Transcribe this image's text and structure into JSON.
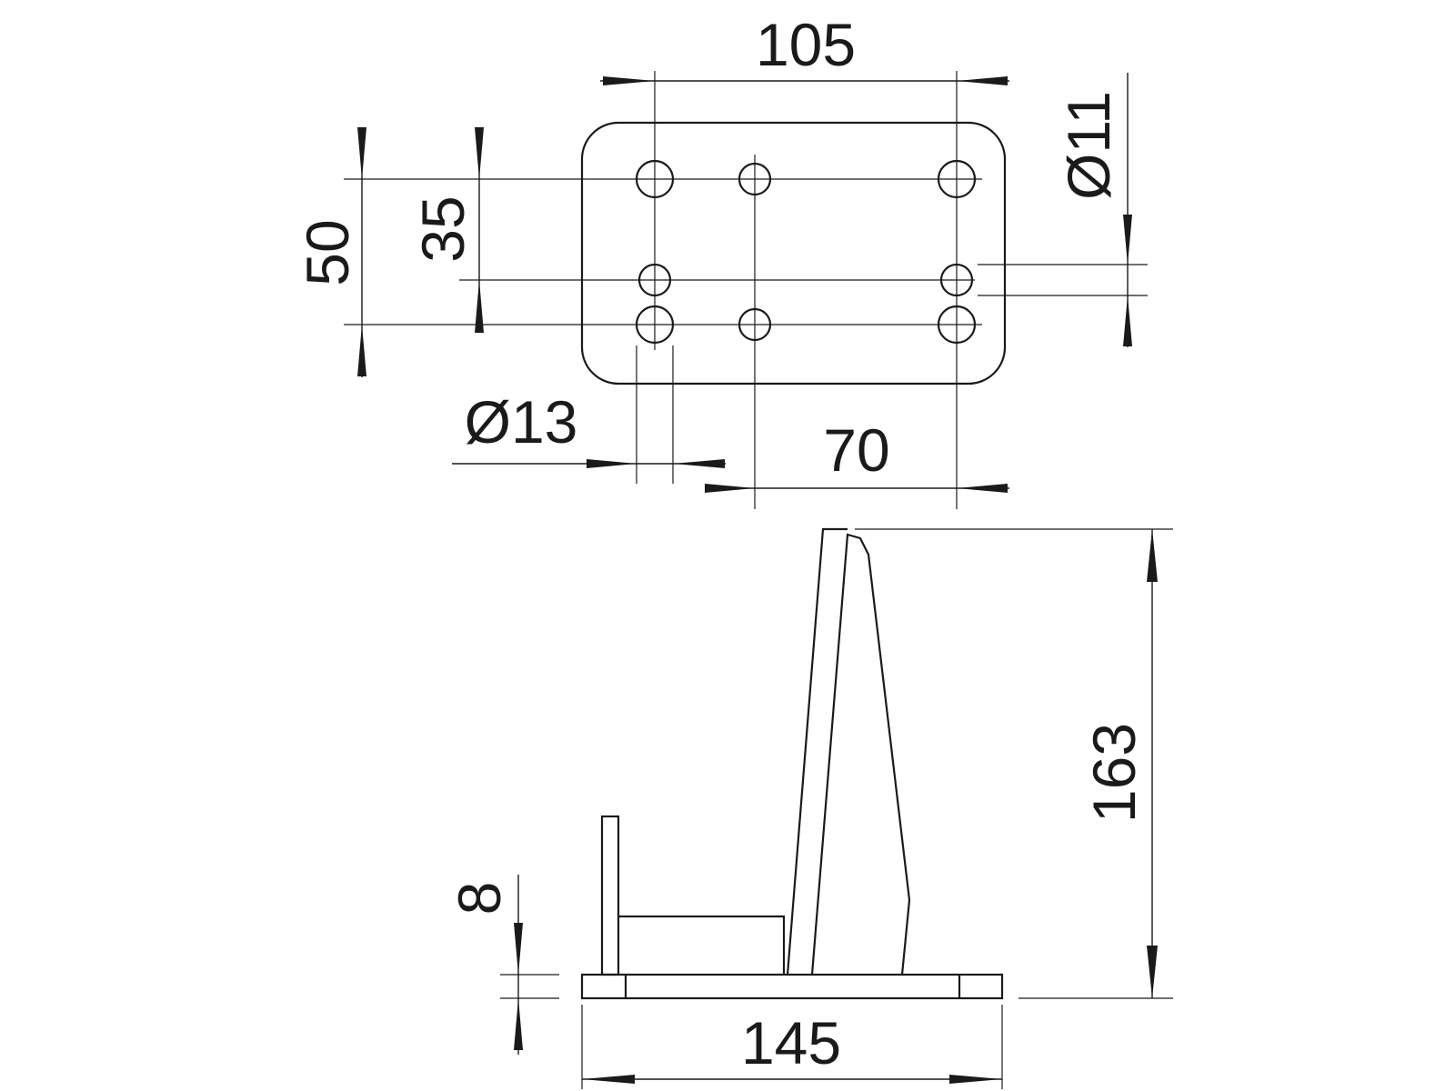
{
  "drawing": {
    "top_view": {
      "width_label": "105",
      "hole_small_label": "Ø11",
      "height_outer_label": "50",
      "height_inner_label": "35",
      "hole_large_label": "Ø13",
      "spacing_label": "70"
    },
    "side_view": {
      "height_label": "163",
      "thickness_label": "8",
      "length_label": "145"
    }
  }
}
